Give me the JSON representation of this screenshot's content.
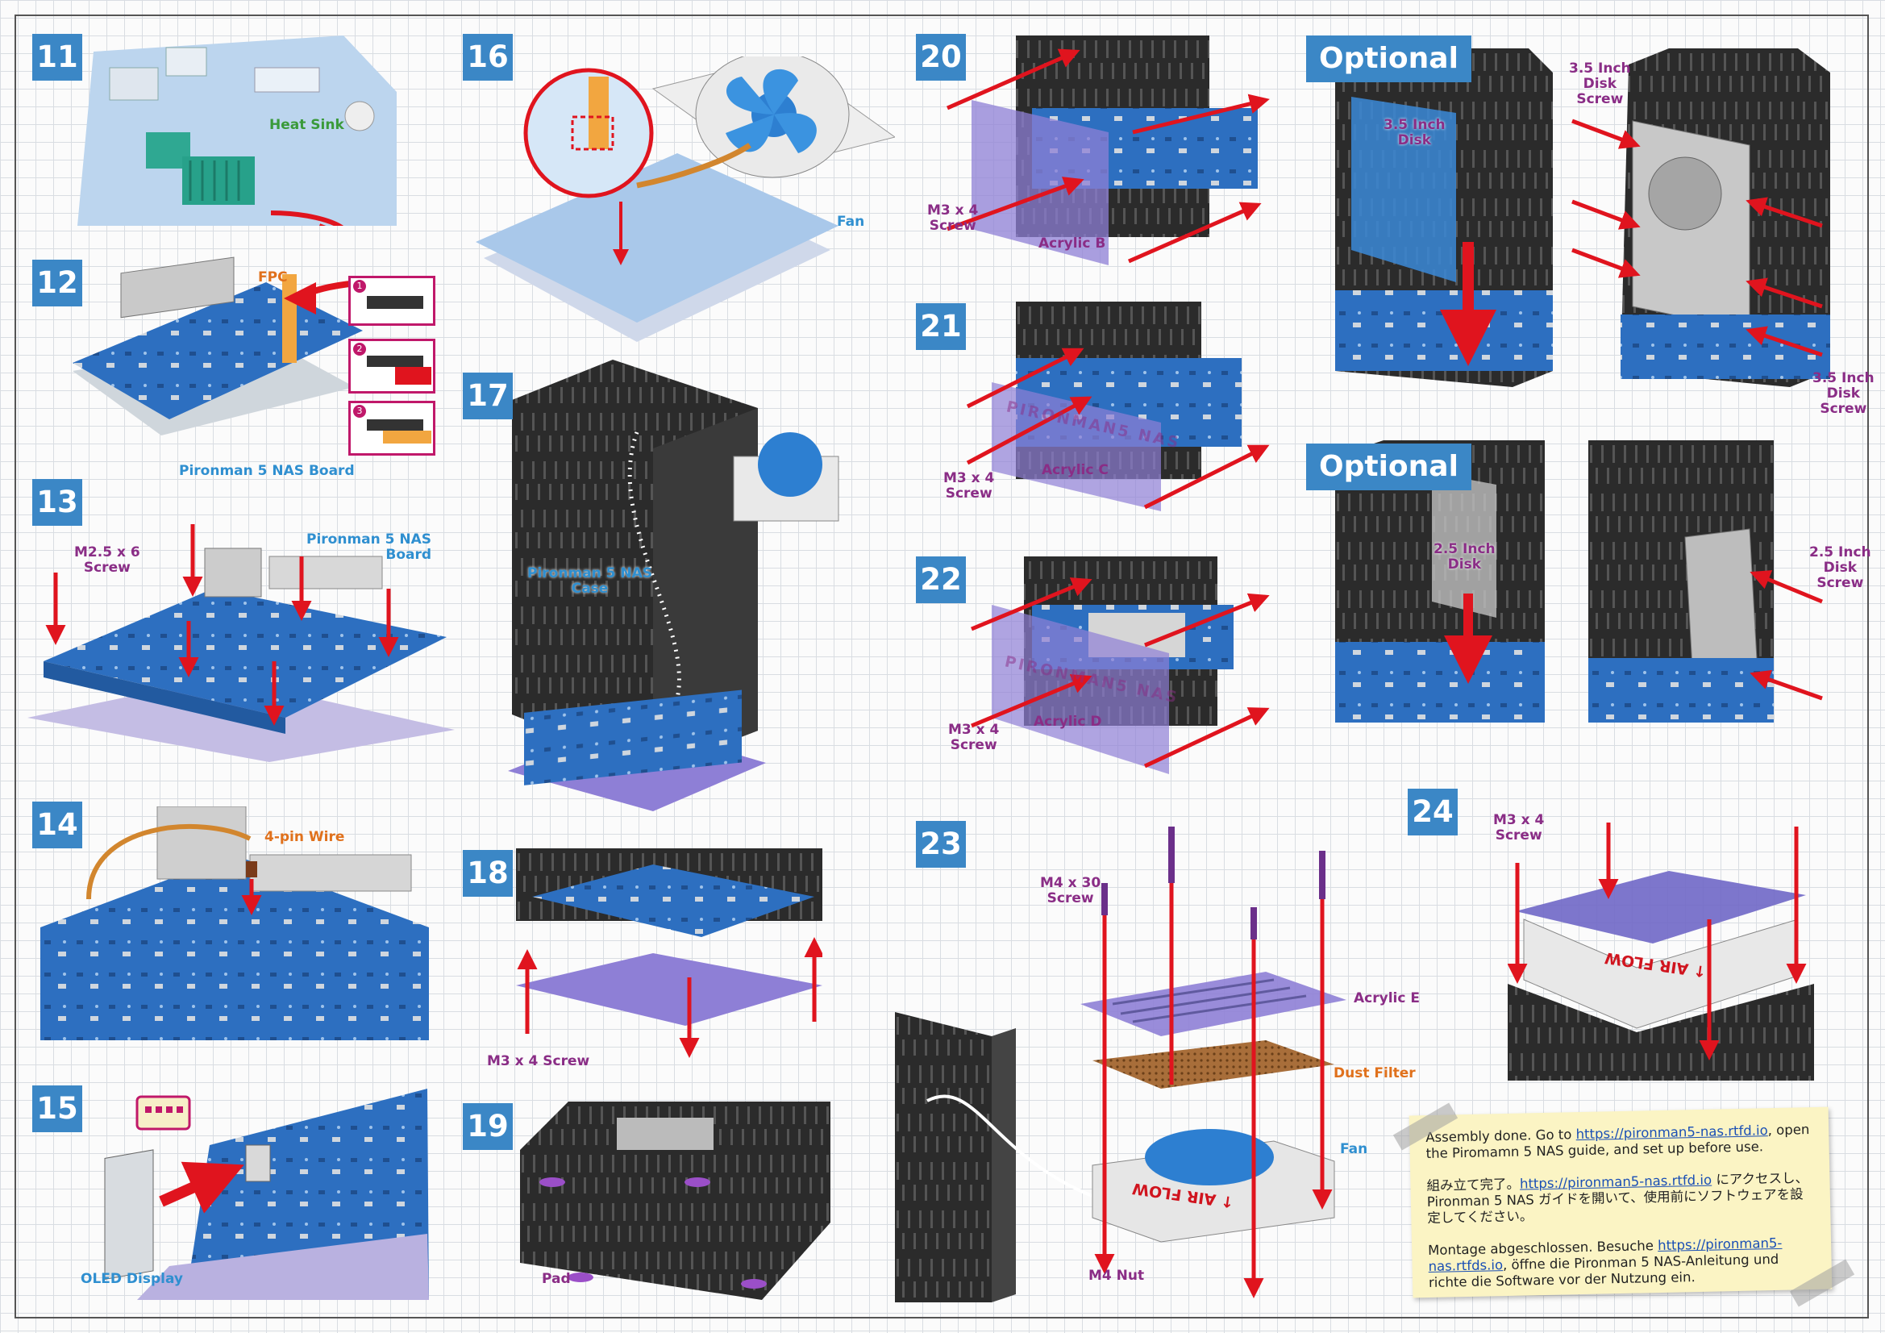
{
  "steps": {
    "s11": {
      "num": "11",
      "heat_sink": "Heat Sink"
    },
    "s12": {
      "num": "12",
      "fpc": "FPC",
      "board": "Pironman 5 NAS Board",
      "sub1": "1",
      "sub2": "2",
      "sub3": "3"
    },
    "s13": {
      "num": "13",
      "screw": "M2.5 x 6\nScrew",
      "board": "Pironman 5 NAS\nBoard"
    },
    "s14": {
      "num": "14",
      "wire": "4-pin  Wire"
    },
    "s15": {
      "num": "15",
      "oled": "OLED Display"
    },
    "s16": {
      "num": "16",
      "fan": "Fan"
    },
    "s17": {
      "num": "17",
      "case": "Pironman 5 NAS\nCase"
    },
    "s18": {
      "num": "18",
      "screw": "M3 x 4  Screw"
    },
    "s19": {
      "num": "19",
      "pad": "Pad"
    },
    "s20": {
      "num": "20",
      "screw": "M3 x 4\nScrew",
      "acrylic": "Acrylic B"
    },
    "s21": {
      "num": "21",
      "screw": "M3 x 4\nScrew",
      "acrylic": "Acrylic C",
      "engrave": "PIRONMAN5 NAS"
    },
    "s22": {
      "num": "22",
      "screw": "M3 x 4\nScrew",
      "acrylic": "Acrylic D",
      "engrave": "PIRONMAN5 NAS"
    },
    "s23": {
      "num": "23",
      "screw": "M4 x 30\nScrew",
      "acrylic": "Acrylic E",
      "filter": "Dust Filter",
      "fan": "Fan",
      "nut": "M4 Nut",
      "airflow": "↑ AIR FLOW"
    },
    "s24": {
      "num": "24",
      "screw": "M3 x 4\nScrew",
      "airflow": "↑ AIR FLOW"
    },
    "opt1": {
      "title": "Optional",
      "disk": "3.5 Inch\nDisk",
      "screw_top": "3.5 Inch\nDisk\nScrew",
      "screw_bottom": "3.5 Inch\nDisk\nScrew"
    },
    "opt2": {
      "title": "Optional",
      "disk": "2.5 Inch\nDisk",
      "screw": "2.5 Inch\nDisk\nScrew"
    }
  },
  "note": {
    "en_before": "Assembly done. Go to ",
    "en_link": "https://pironman5-nas.rtfd.io",
    "en_after": ", open the Piromamn 5 NAS guide, and set up before use.",
    "ja_before": "組み立て完了。",
    "ja_link": "https://pironman5-nas.rtfd.io",
    "ja_after": " にアクセスし、Pironman 5 NAS ガイドを開いて、使用前にソフトウェアを設定してください。",
    "de_before": "Montage abgeschlossen. Besuche ",
    "de_link": "https://pironman5-nas.rtfds.io",
    "de_after": ", öffne die Pironman 5 NAS-Anleitung und richte die Software vor der Nutzung ein."
  },
  "colors": {
    "step_blue": "#3b87c6",
    "label_purple": "#8a2d86",
    "label_blue": "#2f8fd0",
    "arrow_red": "#e0141e",
    "board_blue": "#2d6fc0",
    "case_black": "#2b2b2b",
    "acrylic_purple": "#8e7fd6"
  }
}
